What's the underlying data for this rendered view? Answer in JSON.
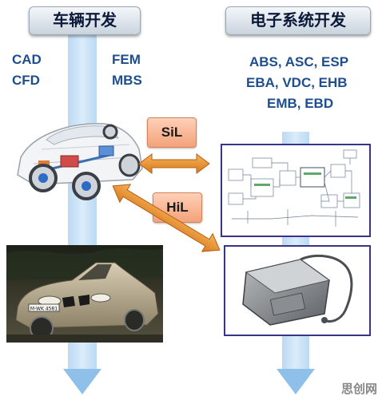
{
  "headers": {
    "left": "车辆开发",
    "right": "电子系统开发"
  },
  "tools_left": {
    "col1": [
      "CAD",
      "CFD"
    ],
    "col2": [
      "FEM",
      "MBS"
    ]
  },
  "tools_right": [
    "ABS, ASC, ESP",
    "EBA, VDC, EHB",
    "EMB, EBD"
  ],
  "tags": {
    "sil": "SiL",
    "hil": "HiL"
  },
  "photo": {
    "plate": "M-WK 4581"
  },
  "watermark": "思创网",
  "colors": {
    "header_text": "#0b1a3a",
    "tool_text": "#1f4e8f",
    "tag_fill": "#f3a27a",
    "arrow_orange": "#e08a2e",
    "panel_border": "#36358a"
  }
}
